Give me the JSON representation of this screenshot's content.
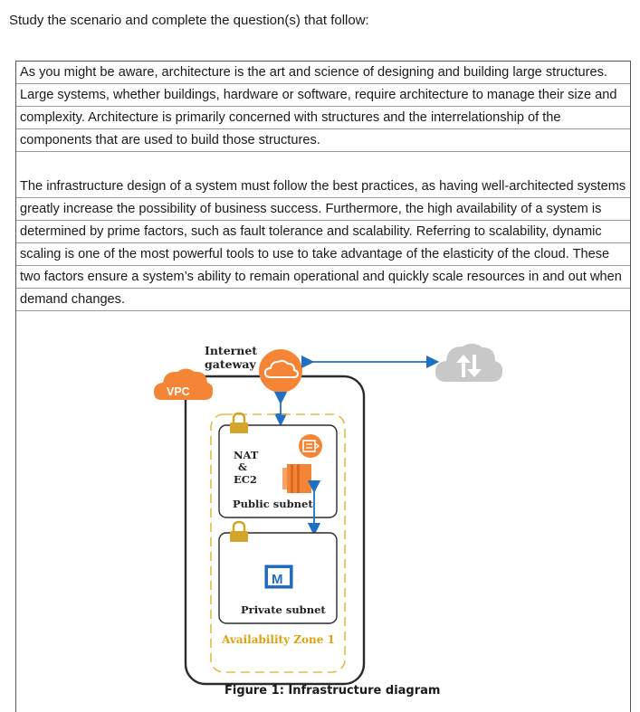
{
  "intro": "Study the scenario and complete the question(s) that follow:",
  "paragraph1": [
    "As you might be aware, architecture is the art and science of designing and building large structures.",
    "Large systems, whether buildings, hardware or software, require architecture to manage their size and",
    "complexity. Architecture is primarily concerned with structures and the interrelationship of the",
    "components that are used to build those structures."
  ],
  "paragraph2": [
    "The infrastructure design of a system must follow the best practices, as having well-architected systems",
    "greatly increase the possibility of business success. Furthermore, the high availability of a system is",
    "determined by prime factors, such as fault tolerance and scalability. Referring to scalability, dynamic",
    "scaling is one of the most powerful tools to use to take advantage of the elasticity of the cloud. These",
    "two factors ensure a system’s ability to remain operational and quickly scale resources in and out when",
    "demand changes."
  ],
  "diagram": {
    "gateway_label_line1": "Internet",
    "gateway_label_line2": "gateway",
    "vpc_label": "VPC",
    "nat_label_line1": "NAT",
    "nat_label_line2": "&",
    "nat_label_line3": "EC2",
    "public_subnet": "Public subnet",
    "private_subnet": "Private subnet",
    "availability_zone": "Availability Zone 1",
    "db_icon_letter": "M",
    "icons": [
      "vpc-cloud-icon",
      "internet-gateway-icon",
      "internet-cloud-icon",
      "lock-icon",
      "nat-gateway-icon",
      "ec2-icon",
      "database-icon"
    ],
    "colors": {
      "aws_orange": "#f58536",
      "arrow_blue": "#1f6fc5",
      "zone_text": "#e0a010",
      "lock": "#d4a52a",
      "cloud_gray": "#c8c8c8"
    }
  },
  "caption": "Figure 1: Infrastructure diagram"
}
